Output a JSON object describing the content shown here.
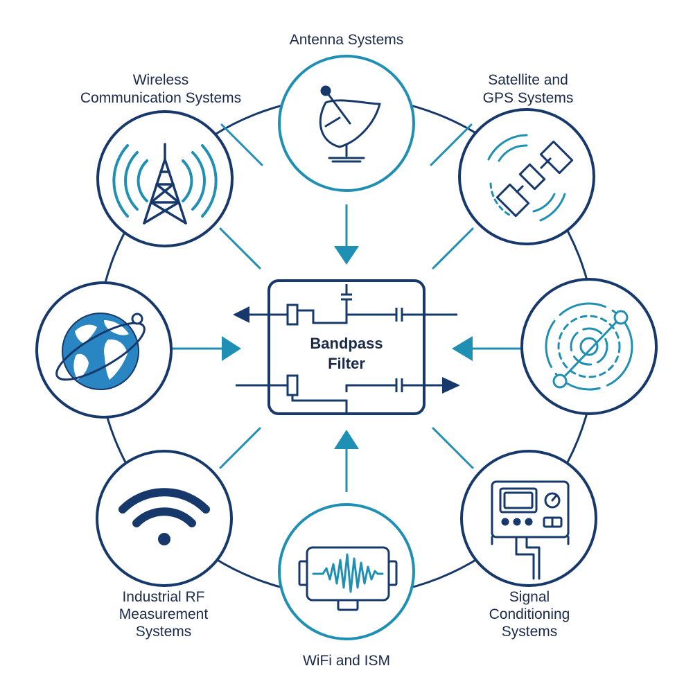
{
  "colors": {
    "navy": "#17386b",
    "teal": "#1f8fb3",
    "globe": "#2a86c2",
    "text": "#1b2a48"
  },
  "center": {
    "title_line1": "Bandpass",
    "title_line2": "Filter"
  },
  "nodes": [
    {
      "id": "antenna",
      "icon": "satellite-dish-icon",
      "label_lines": [
        "Antenna Systems"
      ]
    },
    {
      "id": "satellite",
      "icon": "satellite-icon",
      "label_lines": [
        "Satellite and",
        "GPS Systems"
      ]
    },
    {
      "id": "radar",
      "icon": "radar-icon",
      "label_lines": []
    },
    {
      "id": "signal-conditioning",
      "icon": "instrument-panel-icon",
      "label_lines": [
        "Signal",
        "Conditioning",
        "Systems"
      ]
    },
    {
      "id": "wifi-ism",
      "icon": "waveform-icon",
      "label_lines": [
        "WiFi and ISM"
      ]
    },
    {
      "id": "industrial-rf",
      "icon": "wifi-icon",
      "label_lines": [
        "Industrial RF",
        "Measurement",
        "Systems"
      ]
    },
    {
      "id": "globe",
      "icon": "globe-icon",
      "label_lines": []
    },
    {
      "id": "wireless",
      "icon": "cell-tower-icon",
      "label_lines": [
        "Wireless",
        "Communication Systems"
      ]
    }
  ]
}
